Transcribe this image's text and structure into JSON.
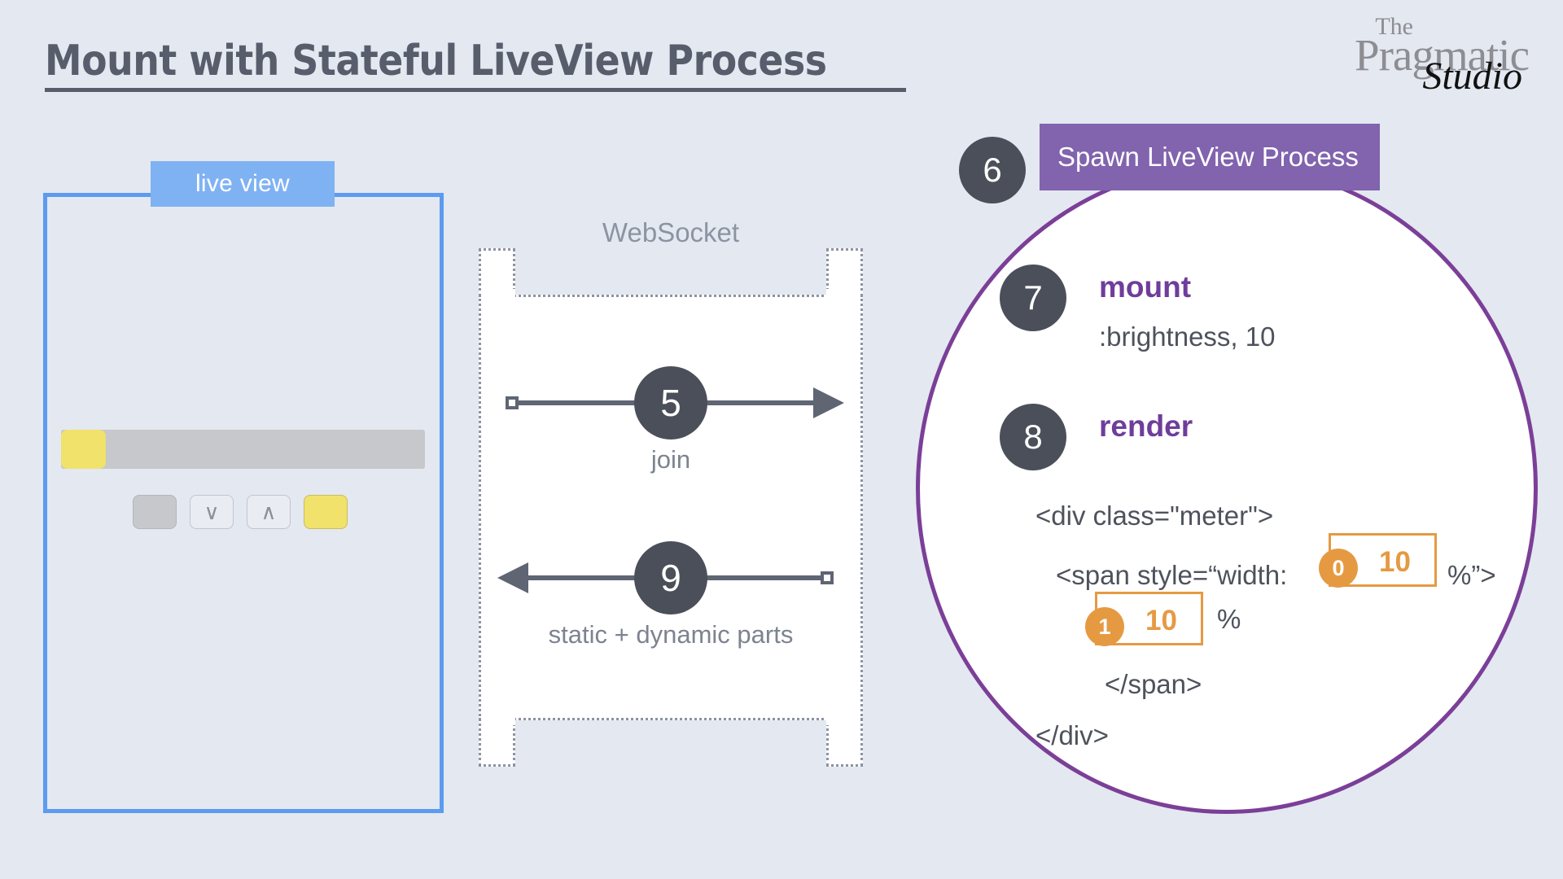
{
  "slide": {
    "title": "Mount with Stateful LiveView Process"
  },
  "logo": {
    "the": "The",
    "pragmatic": "Pragmatic",
    "studio": "Studio"
  },
  "browser_panel": {
    "badge_label": "live view",
    "meter": {
      "fill_percent": 10,
      "track_color": "#c6c8cc",
      "fill_color": "#f0e26b"
    },
    "buttons": [
      {
        "name": "off-button",
        "label": ""
      },
      {
        "name": "decrease-button",
        "label": "∨"
      },
      {
        "name": "increase-button",
        "label": "∧"
      },
      {
        "name": "on-button",
        "label": ""
      }
    ]
  },
  "websocket": {
    "label": "WebSocket",
    "flows": [
      {
        "step": "5",
        "caption": "join",
        "direction": "right"
      },
      {
        "step": "9",
        "caption": "static + dynamic parts",
        "direction": "left"
      }
    ]
  },
  "liveview_process": {
    "step6": "6",
    "spawn_label": "Spawn LiveView Process",
    "step7": "7",
    "mount_label": "mount",
    "mount_args": ":brightness, 10",
    "step8": "8",
    "render_label": "render",
    "code": {
      "line1": "<div class=\"meter\">",
      "line2_pre": "<span style=“width:",
      "line2_post": "%”>",
      "line3": "</span>",
      "line4": "</div>",
      "dynamic0_index": "0",
      "dynamic0_value": "10",
      "dynamic1_index": "1",
      "dynamic1_value": "10",
      "percent_symbol": "%"
    }
  },
  "colors": {
    "background": "#e4e8f0",
    "title": "#575d6b",
    "browser_border": "#5b9bf0",
    "badge_blue": "#7fb2f2",
    "purple_border": "#7b3f98",
    "purple_badge": "#8163ae",
    "purple_text": "#6f3d9b",
    "step_circle": "#4b4f59",
    "orange": "#e59a42",
    "yellow": "#f0e26b",
    "dotted_border": "#8c93a3"
  }
}
